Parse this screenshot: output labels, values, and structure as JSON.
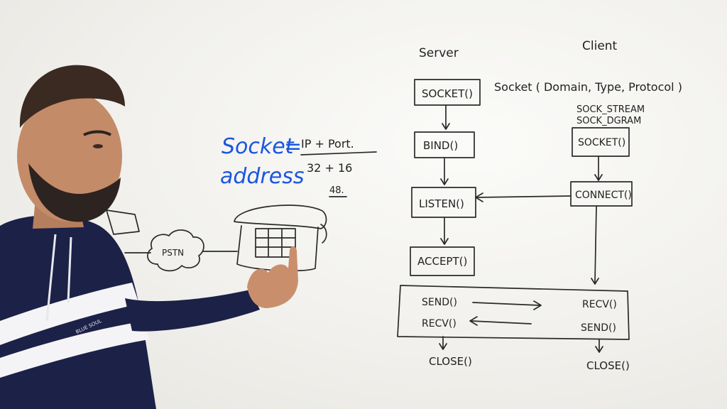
{
  "scene": {
    "description_color": "#1b56e0",
    "hoodie_color": "#1c2147"
  },
  "labels": {
    "server": "Server",
    "client": "Client",
    "socket_signature": "Socket ( Domain, Type, Protocol )",
    "sock_stream": "SOCK_STREAM",
    "sock_dgram": "SOCK_DGRAM",
    "pstn": "PSTN"
  },
  "server_steps": [
    "SOCKET()",
    "BIND()",
    "LISTEN()",
    "ACCEPT()"
  ],
  "client_steps": [
    "SOCKET()",
    "CONNECT()"
  ],
  "exchange": {
    "server_send": "SEND()",
    "server_recv": "RECV()",
    "client_recv": "RECV()",
    "client_send": "SEND()"
  },
  "close": {
    "server": "CLOSE()",
    "client": "CLOSE()"
  },
  "formula": {
    "socket_word": "Socket",
    "address_word": "address",
    "equals": "=",
    "ip_port": "IP + Port.",
    "bits": "32 + 16",
    "total": "48."
  },
  "hoodie_text": "BLUE SOUL"
}
